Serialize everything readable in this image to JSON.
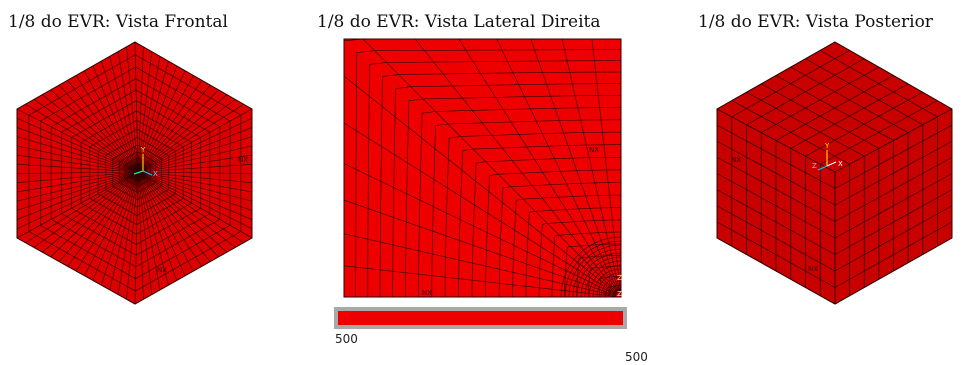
{
  "panels": [
    {
      "title": "1/8 do EVR: Vista Frontal"
    },
    {
      "title": "1/8 do EVR: Vista Lateral Direita"
    },
    {
      "title": "1/8 do EVR: Vista Posterior"
    }
  ],
  "axis_labels": {
    "x": "X",
    "y": "Y",
    "z": "Z"
  },
  "face_labels": [
    "NX",
    "NX",
    "NX"
  ],
  "scale": {
    "left": "500",
    "right": "500"
  },
  "colors": {
    "mesh_fill": "#dd0000",
    "mesh_line": "#2a0000",
    "bar_fill": "#ee0000",
    "bar_border": "#a9a9a9"
  }
}
